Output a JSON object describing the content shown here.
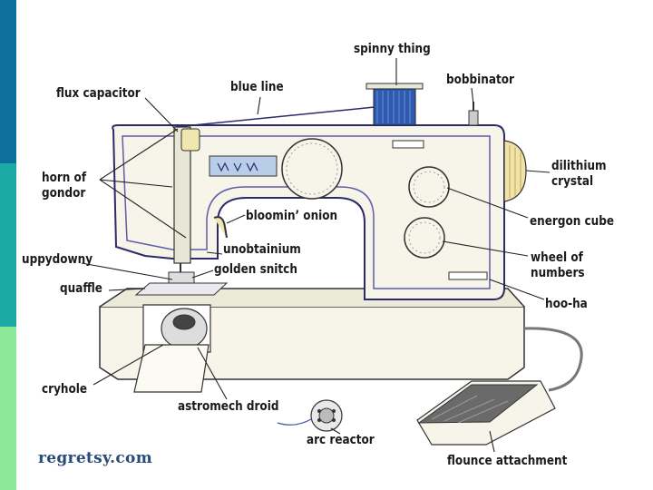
{
  "credit": "regretsy.com",
  "labels": {
    "spinny_thing": "spinny thing",
    "blue_line": "blue line",
    "flux_capacitor": "flux capacitor",
    "bobbinator": "bobbinator",
    "dilithium_crystal": "dilithium\ncrystal",
    "horn_of_gondor": "horn of\ngondor",
    "bloomin_onion": "bloomin’ onion",
    "energon_cube": "energon cube",
    "unobtainium": "unobtainium",
    "uppydowny": "uppydowny",
    "golden_snitch": "golden snitch",
    "wheel_of_numbers": "wheel of\nnumbers",
    "quaffle": "quaffle",
    "hoo_ha": "hoo-ha",
    "cryhole": "cryhole",
    "astromech_droid": "astromech droid",
    "arc_reactor": "arc reactor",
    "flounce_attachment": "flounce attachment"
  },
  "colors": {
    "stripe_top": "#0e6e9c",
    "stripe_mid": "#1aa9a3",
    "stripe_bottom": "#8ee89a",
    "machine_body": "#f5f3e6",
    "outline": "#2b2b6b",
    "spool_thread": "#2e5bb0"
  }
}
